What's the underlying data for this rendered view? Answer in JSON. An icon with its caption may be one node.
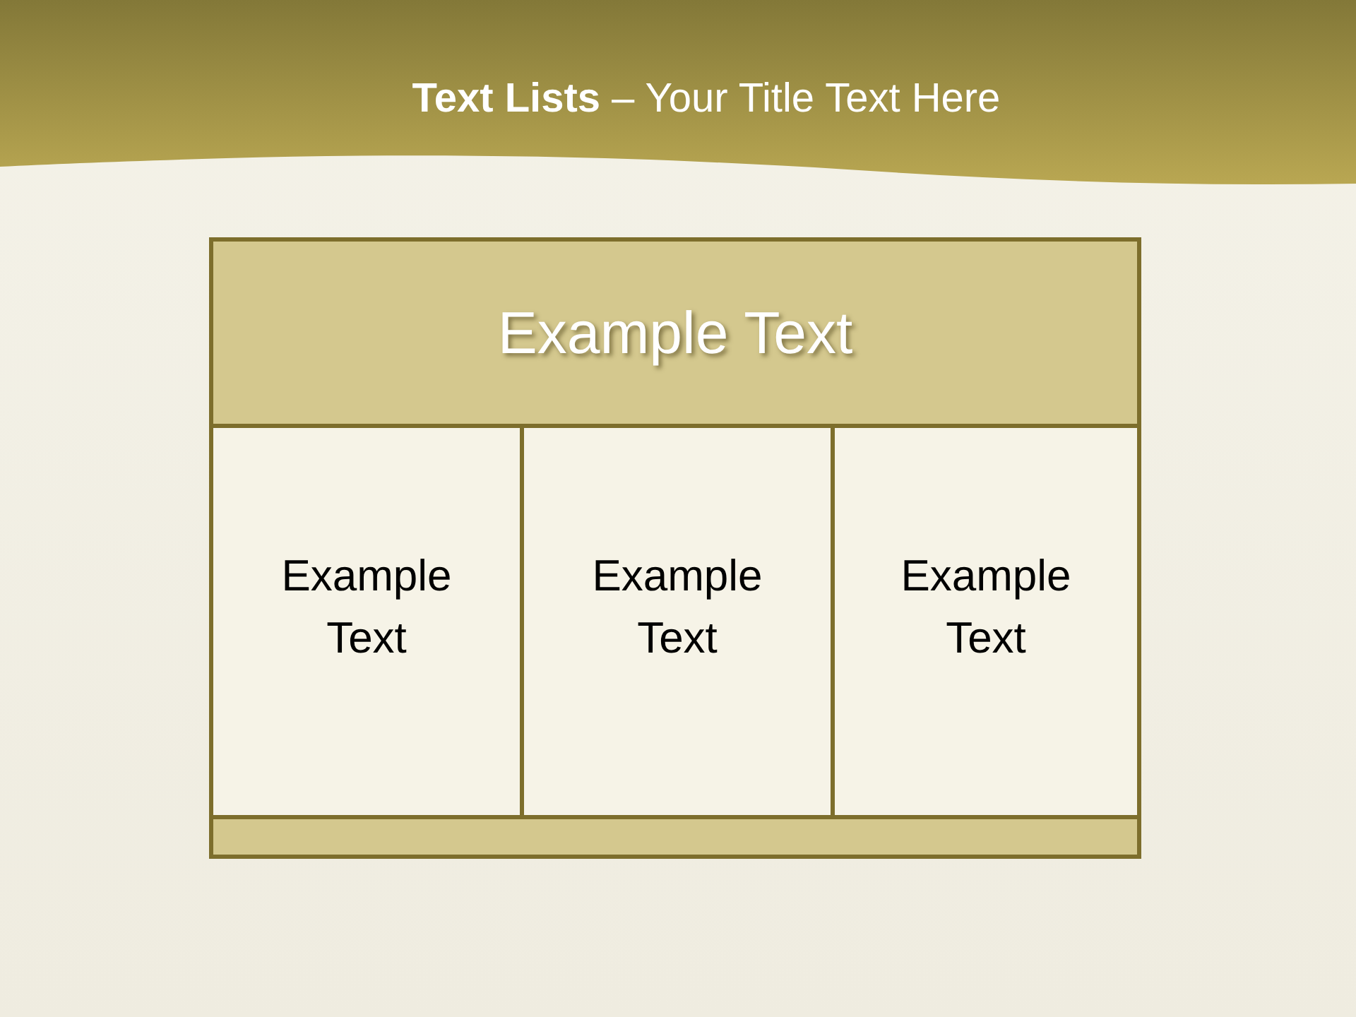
{
  "diagram": {
    "title": "**Text Lists** – Your Title Text Here",
    "nodes": [
      {
        "text": [
          "Example Text"
        ]
      },
      {
        "text": [
          "Example Text"
        ]
      },
      {
        "text": [
          "Example Text"
        ]
      },
      {
        "text": [
          "Example Text"
        ]
      },
      {
        "text": [],
        "shape": "bar"
      }
    ],
    "edges": []
  }
}
